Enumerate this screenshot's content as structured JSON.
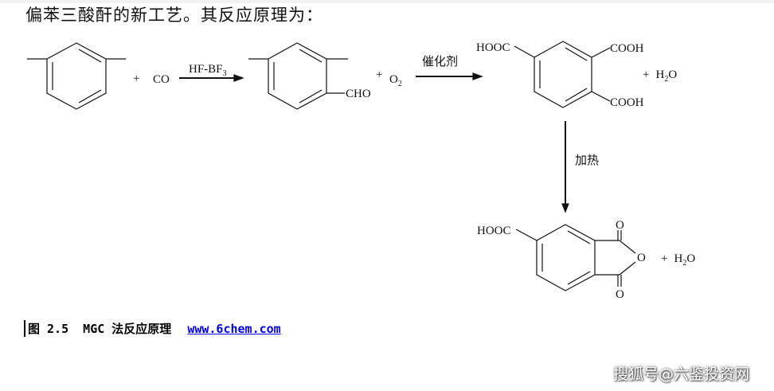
{
  "title": "偏苯三酸酐的新工艺。其反应原理为：",
  "reaction1": {
    "plus": "+",
    "reagent": "CO",
    "catalyst": "HF-BF",
    "catalyst_sub": "3",
    "product_group": "CHO"
  },
  "reaction2": {
    "plus": "+",
    "reagent": "O",
    "reagent_sub": "2",
    "catalyst": "催化剂",
    "groups": [
      "HOOC",
      "COOH",
      "COOH"
    ],
    "byproduct_plus": "+",
    "byproduct": "H",
    "byproduct_sub": "2",
    "byproduct_end": "O"
  },
  "reaction3": {
    "condition": "加热",
    "group": "HOOC",
    "o_top": "O",
    "o_ring": "O",
    "o_bottom": "O",
    "byproduct_plus": "+",
    "byproduct": "H",
    "byproduct_sub": "2",
    "byproduct_end": "O"
  },
  "caption": {
    "label": "图 2.5  MGC 法反应原理",
    "link": "www.6chem.com"
  },
  "watermark": "搜狐号@六鉴投资网"
}
